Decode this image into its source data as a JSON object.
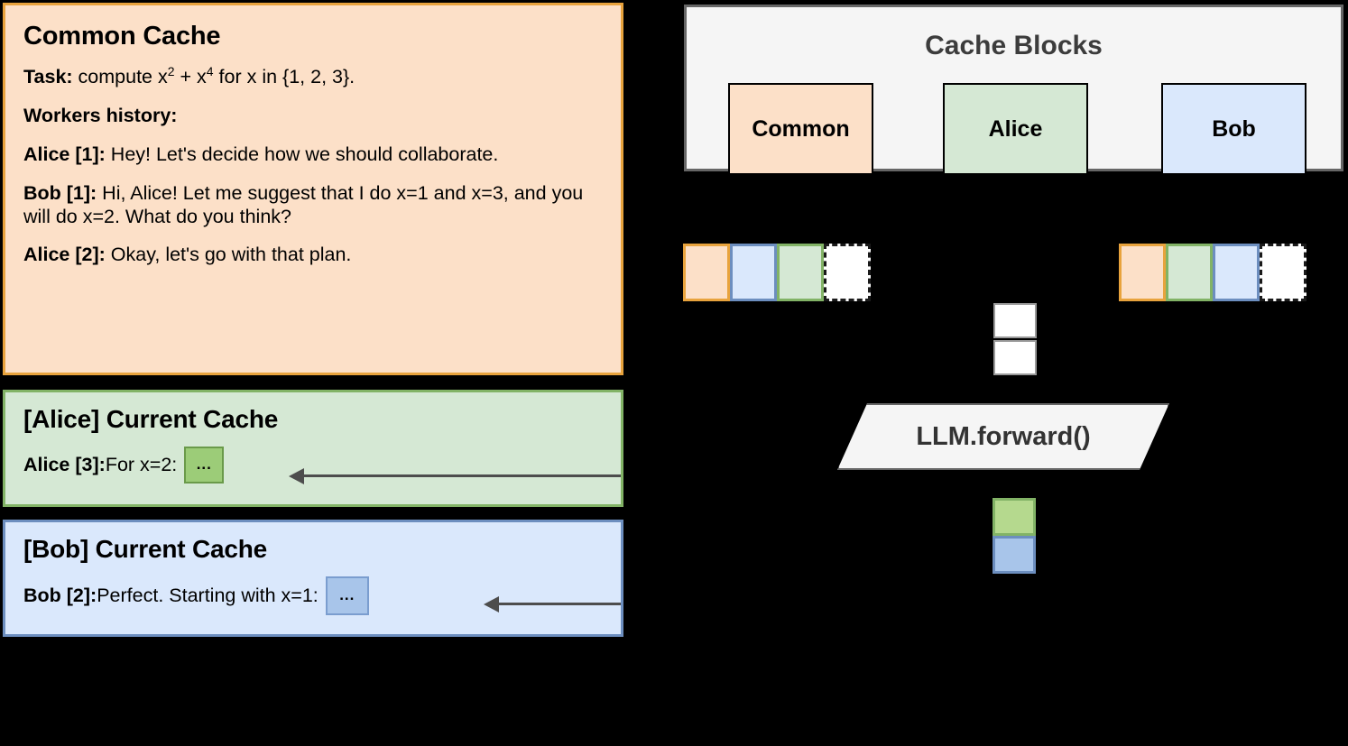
{
  "common_cache": {
    "title": "Common Cache",
    "task_label": "Task:",
    "task_text_pre": " compute x",
    "task_sup1": "2",
    "task_mid": " + x",
    "task_sup2": "4",
    "task_text_post": " for x in {1, 2, 3}.",
    "workers_history_label": "Workers history:",
    "messages": [
      {
        "speaker": "Alice [1]:",
        "text": " Hey! Let's decide how we should collaborate."
      },
      {
        "speaker": "Bob [1]:",
        "text": " Hi, Alice! Let me suggest that I do x=1 and x=3, and you will do x=2. What do you think?"
      },
      {
        "speaker": "Alice [2]:",
        "text": " Okay, let's go with that plan."
      }
    ]
  },
  "alice_cache": {
    "title": "[Alice] Current Cache",
    "speaker": "Alice [3]:",
    "text": " For x=2:",
    "token": "..."
  },
  "bob_cache": {
    "title": "[Bob] Current Cache",
    "speaker": "Bob [2]:",
    "text": " Perfect. Starting with x=1:",
    "token": "..."
  },
  "cache_blocks": {
    "title": "Cache Blocks",
    "blocks": [
      {
        "label": "Common",
        "color": "#fce0c8"
      },
      {
        "label": "Alice",
        "color": "#d5e8d4"
      },
      {
        "label": "Bob",
        "color": "#dae8fc"
      }
    ]
  },
  "strips": {
    "left": {
      "cells": [
        "common",
        "bob",
        "alice",
        "empty"
      ]
    },
    "right": {
      "cells": [
        "common",
        "alice",
        "bob",
        "empty"
      ]
    }
  },
  "llm": {
    "label": "LLM.forward()"
  },
  "outputs": {
    "blocks": [
      {
        "owner": "alice",
        "color": "#b5d98e"
      },
      {
        "owner": "bob",
        "color": "#a8c5ea"
      }
    ]
  },
  "colors": {
    "common_fill": "#fce0c8",
    "common_border": "#e8a33d",
    "alice_fill": "#d5e8d4",
    "alice_border": "#82b366",
    "bob_fill": "#dae8fc",
    "bob_border": "#6c8ebf",
    "panel_fill": "#f5f5f5",
    "panel_border": "#666666",
    "arrow": "#4d4d4d",
    "background": "#000000"
  }
}
